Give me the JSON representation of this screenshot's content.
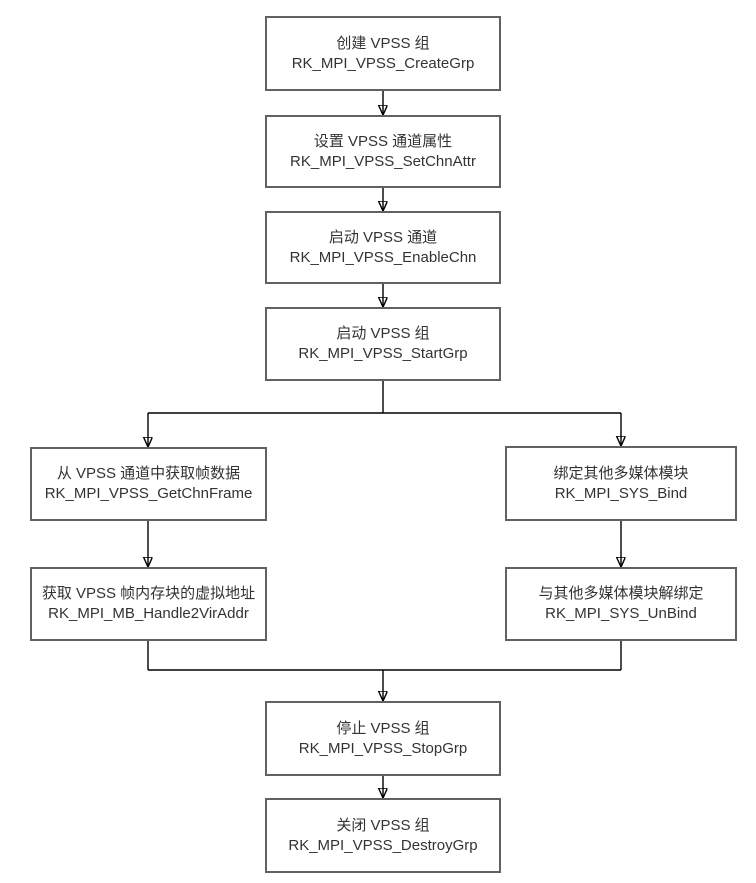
{
  "colors": {
    "background": "#ffffff",
    "box_border": "#616161",
    "connector": "#000000",
    "text": "#333333"
  },
  "nodes": [
    {
      "id": "create-grp",
      "label": "创建 VPSS 组",
      "api": "RK_MPI_VPSS_CreateGrp"
    },
    {
      "id": "set-chn-attr",
      "label": "设置 VPSS 通道属性",
      "api": "RK_MPI_VPSS_SetChnAttr"
    },
    {
      "id": "enable-chn",
      "label": "启动 VPSS 通道",
      "api": "RK_MPI_VPSS_EnableChn"
    },
    {
      "id": "start-grp",
      "label": "启动 VPSS 组",
      "api": "RK_MPI_VPSS_StartGrp"
    },
    {
      "id": "get-chn-frame",
      "label": "从 VPSS 通道中获取帧数据",
      "api": "RK_MPI_VPSS_GetChnFrame"
    },
    {
      "id": "handle2viraddr",
      "label": "获取 VPSS 帧内存块的虚拟地址",
      "api": "RK_MPI_MB_Handle2VirAddr"
    },
    {
      "id": "sys-bind",
      "label": "绑定其他多媒体模块",
      "api": "RK_MPI_SYS_Bind"
    },
    {
      "id": "sys-unbind",
      "label": "与其他多媒体模块解绑定",
      "api": "RK_MPI_SYS_UnBind"
    },
    {
      "id": "stop-grp",
      "label": "停止 VPSS 组",
      "api": "RK_MPI_VPSS_StopGrp"
    },
    {
      "id": "destroy-grp",
      "label": "关闭 VPSS 组",
      "api": "RK_MPI_VPSS_DestroyGrp"
    }
  ],
  "edges": [
    {
      "from": "create-grp",
      "to": "set-chn-attr"
    },
    {
      "from": "set-chn-attr",
      "to": "enable-chn"
    },
    {
      "from": "enable-chn",
      "to": "start-grp"
    },
    {
      "from": "start-grp",
      "to": "get-chn-frame"
    },
    {
      "from": "start-grp",
      "to": "sys-bind"
    },
    {
      "from": "get-chn-frame",
      "to": "handle2viraddr"
    },
    {
      "from": "sys-bind",
      "to": "sys-unbind"
    },
    {
      "from": "handle2viraddr",
      "to": "stop-grp"
    },
    {
      "from": "sys-unbind",
      "to": "stop-grp"
    },
    {
      "from": "stop-grp",
      "to": "destroy-grp"
    }
  ]
}
